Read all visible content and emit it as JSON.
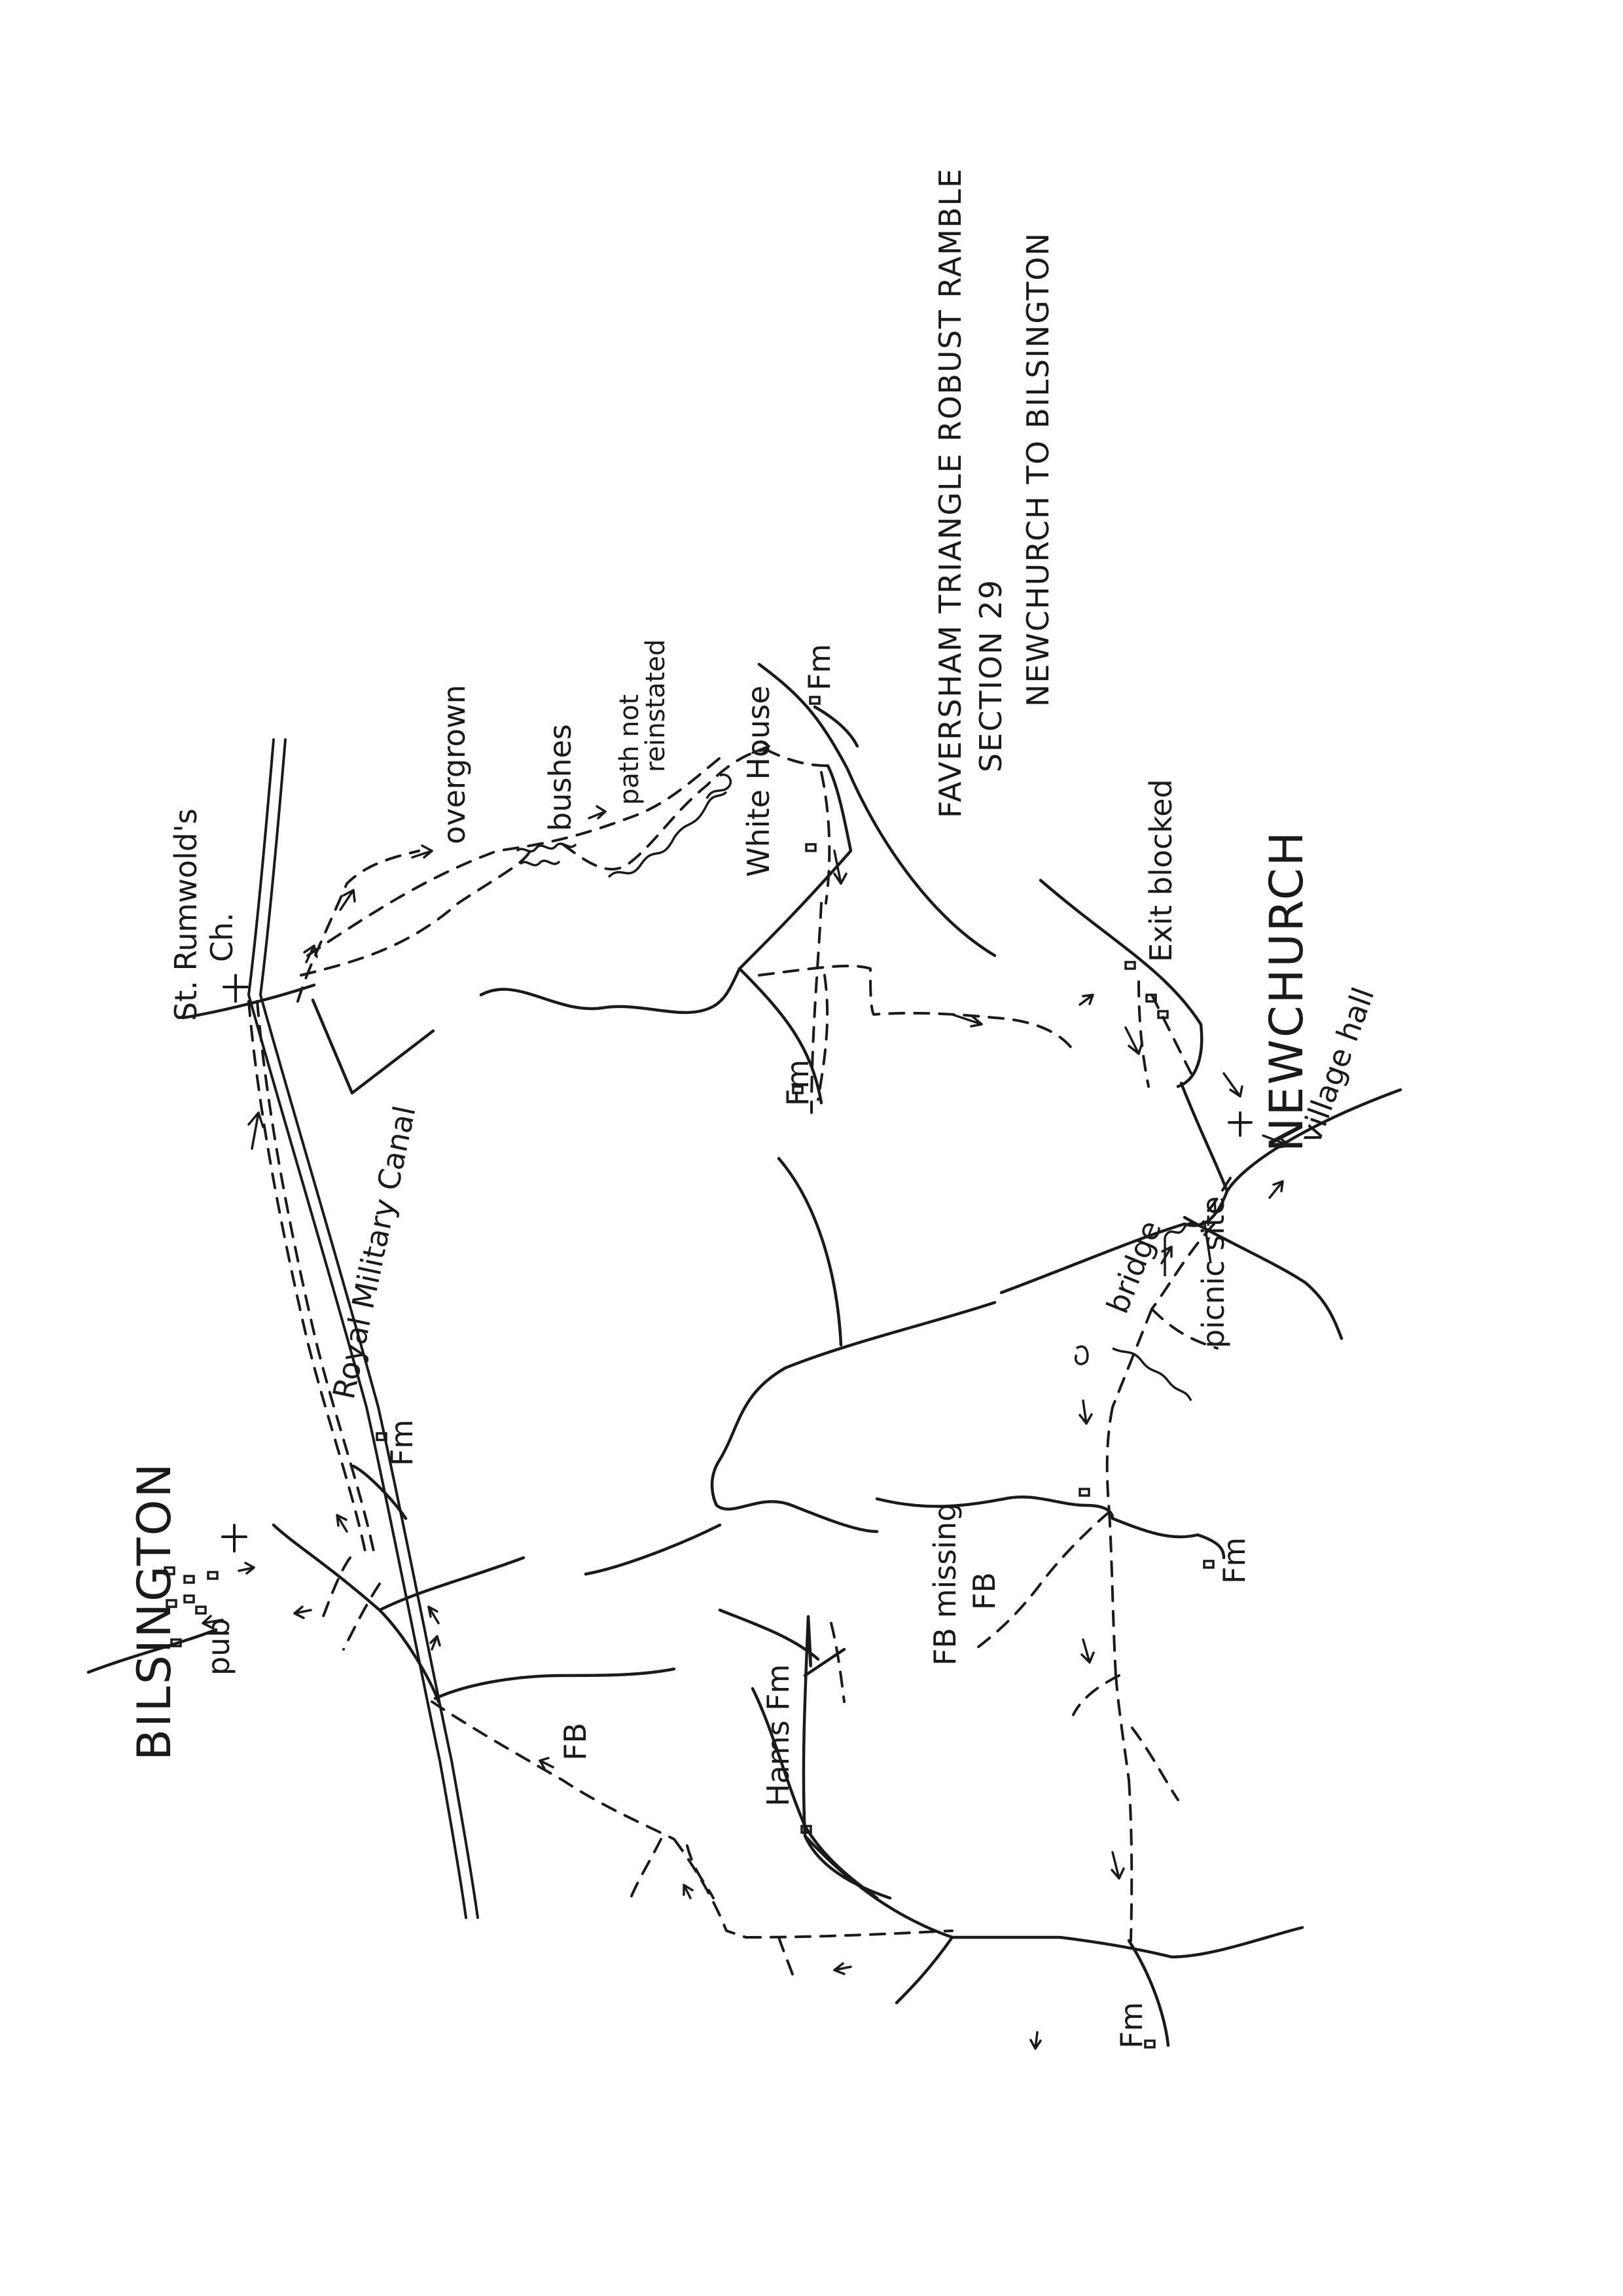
{
  "title": {
    "line1": "FAVERSHAM TRIANGLE ROBUST RAMBLE",
    "line2": "SECTION 29",
    "line3": "NEWCHURCH TO BILSINGTON"
  },
  "places": {
    "bilsington": "BILSINGTON",
    "newchurch": "NEWCHURCH",
    "pub": "pub",
    "st_rumwolds": "St. Rumwold's",
    "church_ch": "Ch.",
    "canal": "Royal Military Canal",
    "white_house": "White House",
    "hams_fm": "Hams Fm",
    "village_hall": "village hall",
    "picnic_site": "picnic site",
    "bridge": "bridge",
    "fm": "Fm"
  },
  "notes": {
    "overgrown": "overgrown",
    "bushes": "bushes",
    "path_not_reinstated_1": "path not",
    "path_not_reinstated_2": "reinstated",
    "exit_blocked": "Exit blocked",
    "fb_missing": "FB missing",
    "fb": "FB"
  }
}
